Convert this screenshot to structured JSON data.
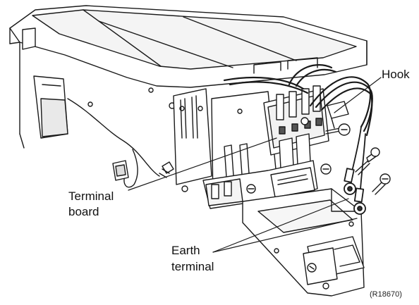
{
  "labels": {
    "hook": "Hook",
    "terminal_board_line1": "Terminal",
    "terminal_board_line2": "board",
    "earth_terminal_line1": "Earth",
    "earth_terminal_line2": "terminal"
  },
  "reference_code": "(R18670)"
}
